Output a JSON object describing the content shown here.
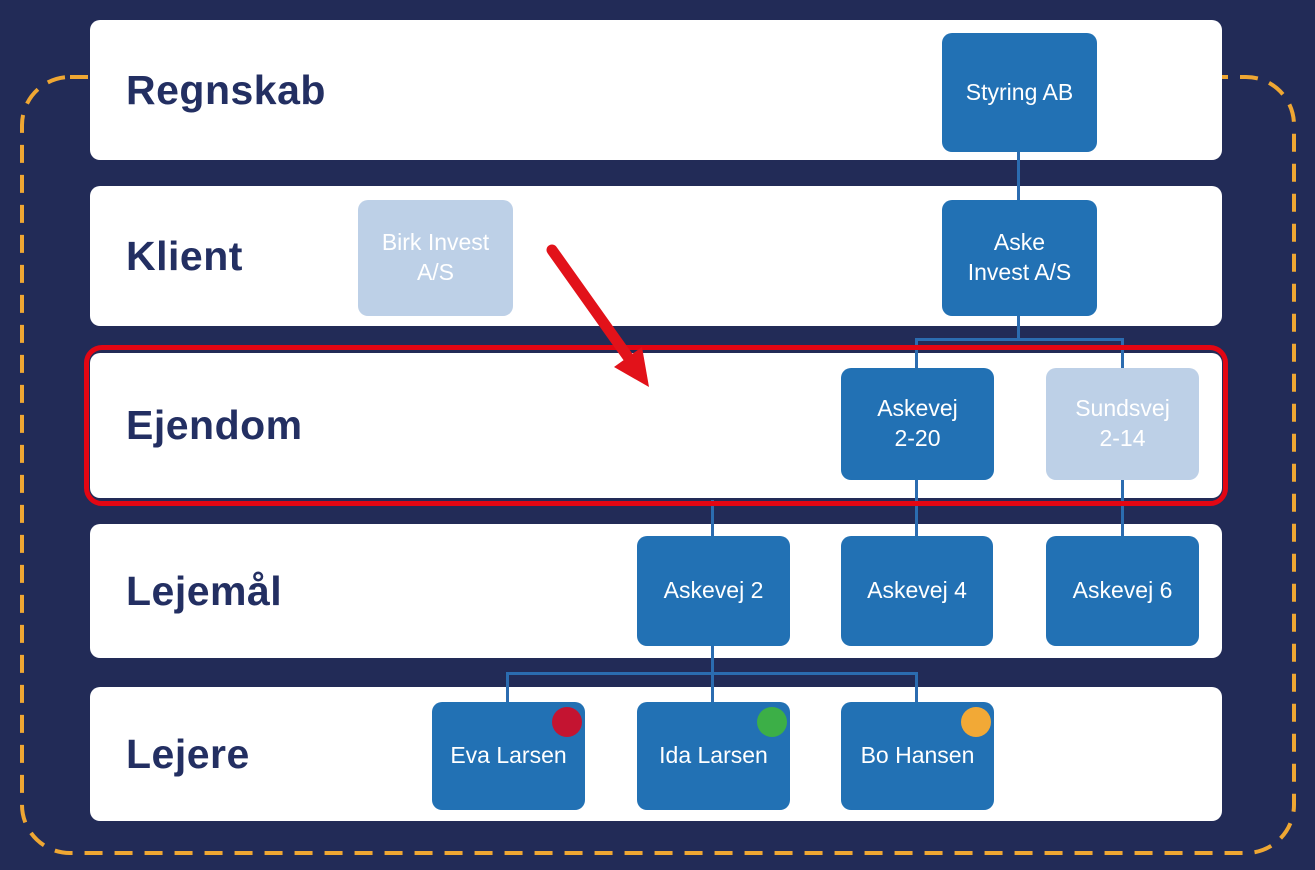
{
  "diagram": {
    "rows": [
      {
        "label": "Regnskab"
      },
      {
        "label": "Klient"
      },
      {
        "label": "Ejendom"
      },
      {
        "label": "Lejemål"
      },
      {
        "label": "Lejere"
      }
    ],
    "nodes": {
      "styring_ab": {
        "label": "Styring AB",
        "color": "#2271b4"
      },
      "birk_invest": {
        "label": "Birk Invest\nA/S",
        "color": "#bdd0e7"
      },
      "aske_invest": {
        "label": "Aske\nInvest A/S",
        "color": "#2271b4"
      },
      "askevej_2_20": {
        "label": "Askevej\n2-20",
        "color": "#2271b4"
      },
      "sundsvej_2_14": {
        "label": "Sundsvej\n2-14",
        "color": "#bdd0e7"
      },
      "askevej_2": {
        "label": "Askevej 2",
        "color": "#2271b4"
      },
      "askevej_4": {
        "label": "Askevej 4",
        "color": "#2271b4"
      },
      "askevej_6": {
        "label": "Askevej 6",
        "color": "#2271b4"
      },
      "eva_larsen": {
        "label": "Eva Larsen",
        "color": "#2271b4",
        "status_color": "#c41431"
      },
      "ida_larsen": {
        "label": "Ida Larsen",
        "color": "#2271b4",
        "status_color": "#3caf47"
      },
      "bo_hansen": {
        "label": "Bo Hansen",
        "color": "#2271b4",
        "status_color": "#f2a936"
      }
    },
    "colors": {
      "background": "#222b57",
      "row_background": "#ffffff",
      "row_label_text": "#232f62",
      "node_text": "#ffffff",
      "connector": "#2b6cb0",
      "highlight_border": "#e30613",
      "annotation_arrow": "#e2121a",
      "dashed_border": "#efa733"
    }
  }
}
